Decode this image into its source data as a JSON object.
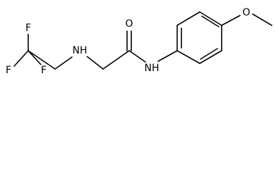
{
  "molecule": {
    "atoms": {
      "f1": "F",
      "f2": "F",
      "f3": "F",
      "nh_amine": "NH",
      "o_carbonyl": "O",
      "nh_amide": "NH",
      "o_methoxy": "O"
    }
  },
  "colors": {
    "bond": "#000000",
    "text": "#000000",
    "background": "#ffffff"
  }
}
